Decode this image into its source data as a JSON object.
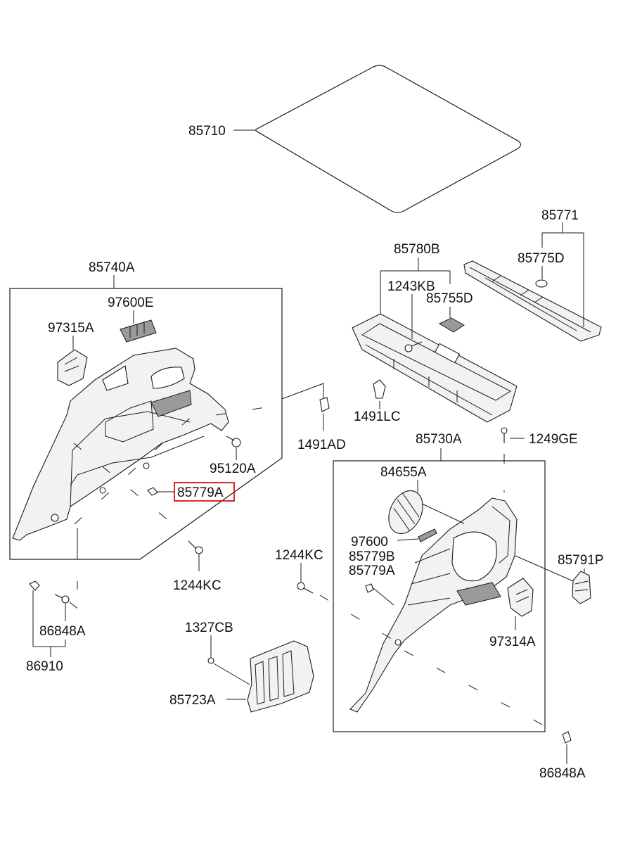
{
  "diagram": {
    "highlight_color": "#dd1111",
    "parts": [
      {
        "id": "p85710",
        "label": "85710"
      },
      {
        "id": "p85771",
        "label": "85771"
      },
      {
        "id": "p85780B",
        "label": "85780B"
      },
      {
        "id": "p85775D",
        "label": "85775D"
      },
      {
        "id": "p1243KB",
        "label": "1243KB"
      },
      {
        "id": "p85755D",
        "label": "85755D"
      },
      {
        "id": "p85740A",
        "label": "85740A"
      },
      {
        "id": "p97600E",
        "label": "97600E"
      },
      {
        "id": "p97315A",
        "label": "97315A"
      },
      {
        "id": "p1491LC",
        "label": "1491LC"
      },
      {
        "id": "p85730A",
        "label": "85730A"
      },
      {
        "id": "p1249GE",
        "label": "1249GE"
      },
      {
        "id": "p1491AD",
        "label": "1491AD"
      },
      {
        "id": "p95120A",
        "label": "95120A"
      },
      {
        "id": "p85779A_left",
        "label": "85779A",
        "highlighted": true
      },
      {
        "id": "p84655A",
        "label": "84655A"
      },
      {
        "id": "p1244KC_left",
        "label": "1244KC"
      },
      {
        "id": "p1244KC_right",
        "label": "1244KC"
      },
      {
        "id": "p97600",
        "label": "97600"
      },
      {
        "id": "p85779B",
        "label": "85779B"
      },
      {
        "id": "p85779A_right",
        "label": "85779A"
      },
      {
        "id": "p85791P",
        "label": "85791P"
      },
      {
        "id": "p86848A_left",
        "label": "86848A"
      },
      {
        "id": "p86910",
        "label": "86910"
      },
      {
        "id": "p1327CB",
        "label": "1327CB"
      },
      {
        "id": "p97314A",
        "label": "97314A"
      },
      {
        "id": "p85723A",
        "label": "85723A"
      },
      {
        "id": "p86848A_right",
        "label": "86848A"
      }
    ]
  }
}
